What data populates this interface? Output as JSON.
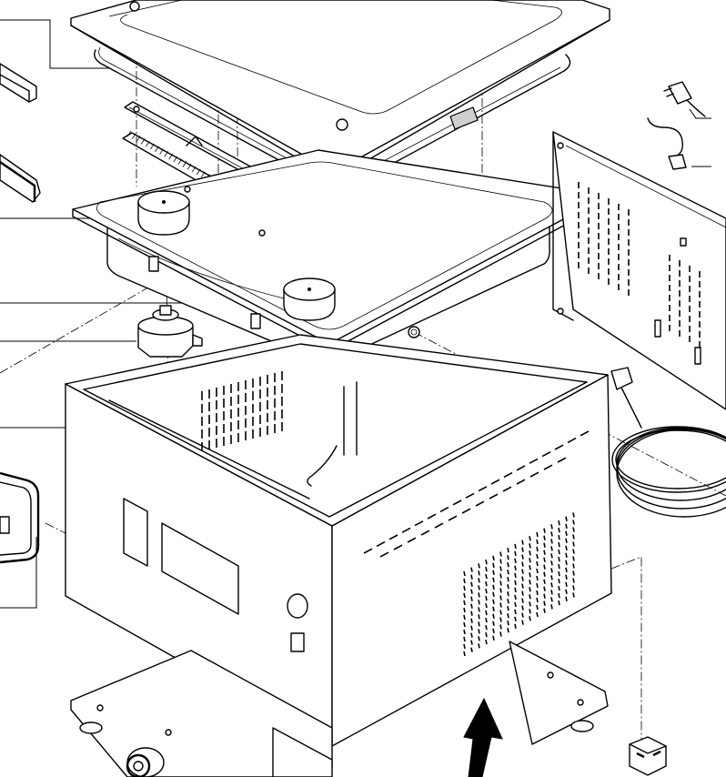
{
  "drawing": {
    "kind": "exploded-view",
    "parts": [
      "top-tray-cover",
      "frame-gasket",
      "mounting-rail",
      "filter-strip",
      "basin-tray",
      "transducer-left",
      "transducer-right",
      "coupling-nut-upper",
      "coupling-nut-lower",
      "cabinet-body",
      "rear-panel",
      "power-cord",
      "plug",
      "cable-connector",
      "side-channel-upper",
      "side-channel-lower",
      "control-panel",
      "base-frame",
      "caster-wheel",
      "terminal-block",
      "direction-arrow"
    ],
    "arrow_color": "#000000",
    "line_color": "#000000",
    "fill_color": "#ffffff"
  }
}
